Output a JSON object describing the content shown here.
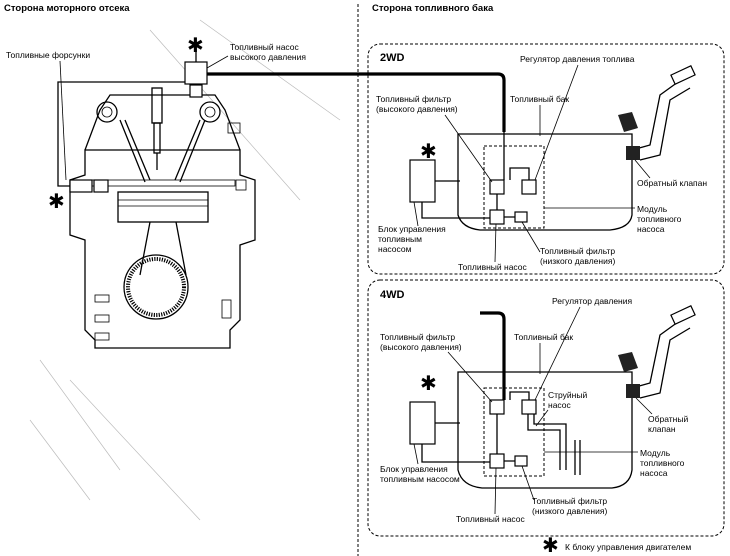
{
  "headers": {
    "engine_side": "Сторона моторного отсека",
    "tank_side": "Сторона топливного бака"
  },
  "engine": {
    "injectors": "Топливные форсунки",
    "hp_pump": [
      "Топливный насос",
      "высокого давления"
    ]
  },
  "box_2wd": {
    "title": "2WD",
    "regulator": "Регулятор давления топлива",
    "hp_filter": [
      "Топливный фильтр",
      "(высокого давления)"
    ],
    "tank": "Топливный бак",
    "check_valve": "Обратный клапан",
    "module": [
      "Модуль",
      "топливного",
      "насоса"
    ],
    "pump_control": [
      "Блок управления",
      "топливным",
      "насосом"
    ],
    "lp_filter": [
      "Топливный фильтр",
      "(низкого давления)"
    ],
    "pump": "Топливный насос"
  },
  "box_4wd": {
    "title": "4WD",
    "regulator": "Регулятор давления",
    "hp_filter": [
      "Топливный фильтр",
      "(высокого давления)"
    ],
    "tank": "Топливный бак",
    "jet_pump": [
      "Струйный",
      "насос"
    ],
    "check_valve": [
      "Обратный",
      "клапан"
    ],
    "module": [
      "Модуль",
      "топливного",
      "насоса"
    ],
    "pump_control": [
      "Блок управления",
      "топливным насосом"
    ],
    "lp_filter": [
      "Топливный фильтр",
      "(низкого давления)"
    ],
    "pump": "Топливный насос"
  },
  "legend": {
    "symbol": "✱",
    "text": "К блоку управления двигателем"
  }
}
